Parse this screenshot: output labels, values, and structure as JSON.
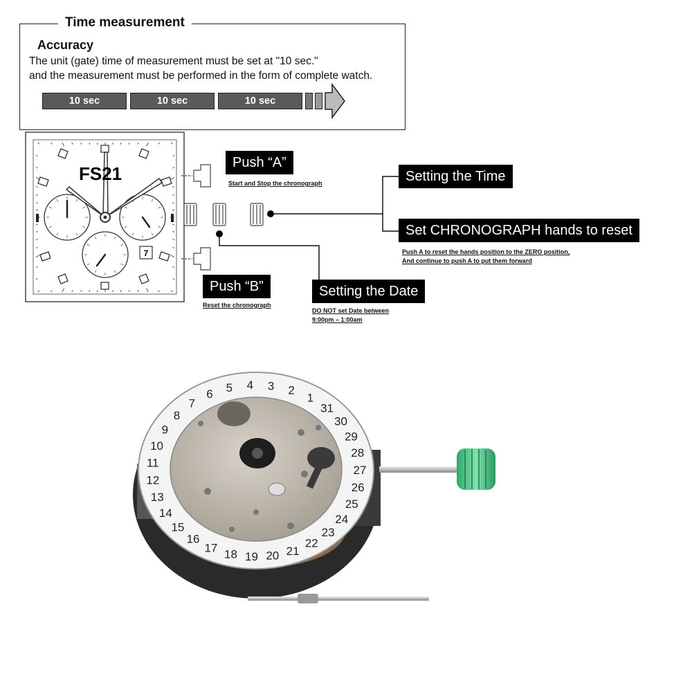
{
  "time_measurement": {
    "title": "Time measurement",
    "accuracy_heading": "Accuracy",
    "line1": "The unit (gate) time of measurement must be set at \"10 sec.\"",
    "line2": "and the measurement must be performed in the form of complete watch.",
    "segments": [
      "10 sec",
      "10 sec",
      "10 sec"
    ]
  },
  "watch": {
    "model": "FS21",
    "date_window": "7"
  },
  "callouts": {
    "push_a": {
      "label": "Push “A”",
      "note": "Start and Stop the chronograph"
    },
    "push_b": {
      "label": "Push “B”",
      "note": "Reset the chronograph"
    },
    "set_time": {
      "label": "Setting the Time"
    },
    "set_chrono": {
      "label": "Set CHRONOGRAPH hands to reset",
      "note1": "Push A to reset the hands position to the ZERO position,",
      "note2": "And continue to push A to put them forward"
    },
    "set_date": {
      "label": "Setting the Date",
      "note1": "DO NOT set Date between",
      "note2": "9:00pm – 1:00am"
    }
  },
  "movement_photo": {
    "date_ring": [
      "1",
      "2",
      "3",
      "4",
      "5",
      "6",
      "7",
      "8",
      "9",
      "10",
      "11",
      "12",
      "13",
      "14",
      "15",
      "16",
      "17",
      "18",
      "19",
      "20",
      "21",
      "22",
      "23",
      "24",
      "25",
      "26",
      "27",
      "28",
      "29",
      "30",
      "31"
    ]
  },
  "colors": {
    "callout_bg": "#000000",
    "crown": "#3fbf7f",
    "bar": "#5a5a5a"
  }
}
